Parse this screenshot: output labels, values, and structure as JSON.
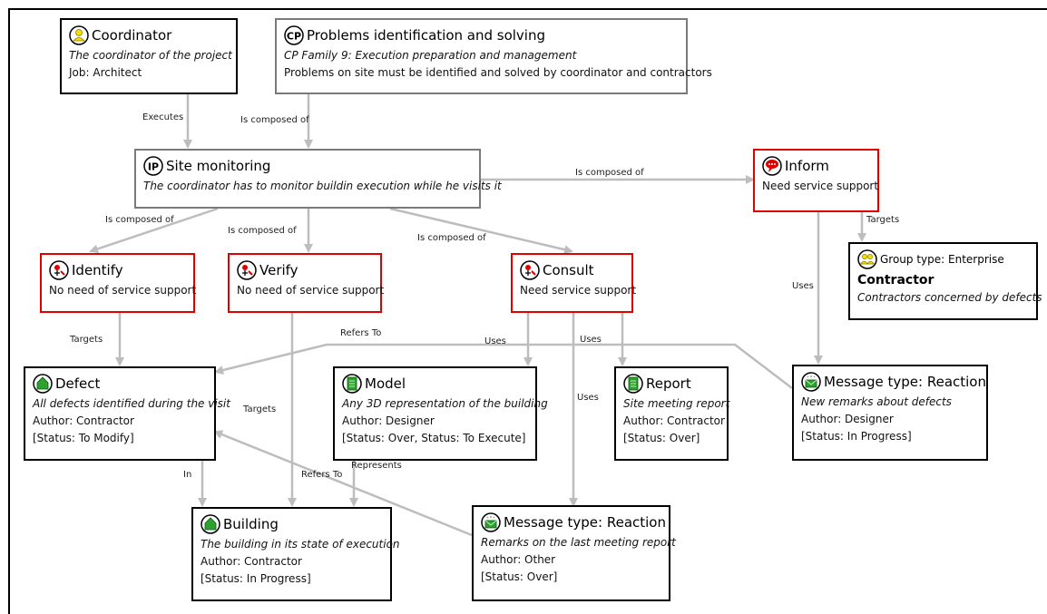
{
  "colors": {
    "edge": "#bdbdbd",
    "highlight_border": "#e00000",
    "grey_border": "#7a7a7a"
  },
  "nodes": {
    "coordinator": {
      "icon": "person-icon",
      "title": "Coordinator",
      "desc": "The coordinator of the project",
      "line1": "Job: Architect"
    },
    "problems": {
      "icon": "cp-icon",
      "title": "Problems identification and solving",
      "desc": "CP Family 9: Execution preparation and management",
      "line1": "Problems on site must be identified and solved by coordinator and contractors"
    },
    "site_monitoring": {
      "icon": "ip-icon",
      "title": "Site monitoring",
      "desc": "The coordinator has to monitor buildin execution while he visits it"
    },
    "inform": {
      "icon": "speech-bubble-icon",
      "title": "Inform",
      "line1": "Need service support"
    },
    "identify": {
      "icon": "action-icon",
      "title": "Identify",
      "line1": "No need of service support"
    },
    "verify": {
      "icon": "action-icon",
      "title": "Verify",
      "line1": "No need of service support"
    },
    "consult": {
      "icon": "action-icon",
      "title": "Consult",
      "line1": "Need service support"
    },
    "contractor": {
      "icon": "group-icon",
      "group_label": "Group type: Enterprise",
      "name": "Contractor",
      "desc": "Contractors concerned by defects"
    },
    "defect": {
      "icon": "house-icon",
      "title": "Defect",
      "desc": "All defects identified during the visit",
      "line1": "Author: Contractor",
      "line2": "[Status: To Modify]"
    },
    "model": {
      "icon": "document-icon",
      "title": "Model",
      "desc": "Any 3D representation of the building",
      "line1": "Author: Designer",
      "line2": "[Status: Over, Status: To Execute]"
    },
    "report": {
      "icon": "document-icon",
      "title": "Report",
      "desc": "Site meeting report",
      "line1": "Author: Contractor",
      "line2": "[Status: Over]"
    },
    "message_right": {
      "icon": "envelope-icon",
      "title": "Message type: Reaction",
      "desc": "New remarks about defects",
      "line1": "Author: Designer",
      "line2": "[Status: In Progress]"
    },
    "building": {
      "icon": "house-icon",
      "title": "Building",
      "desc": "The building in its state of execution",
      "line1": "Author: Contractor",
      "line2": "[Status: In Progress]"
    },
    "message_bottom": {
      "icon": "envelope-icon",
      "title": "Message type: Reaction",
      "desc": "Remarks on the last meeting report",
      "line1": "Author: Other",
      "line2": "[Status: Over]"
    }
  },
  "edge_labels": {
    "executes": "Executes",
    "composed_problems": "Is composed of",
    "composed_inform": "Is composed of",
    "composed_identify": "Is composed of",
    "composed_verify": "Is composed of",
    "composed_consult": "Is composed of",
    "inform_targets": "Targets",
    "inform_uses": "Uses",
    "identify_targets": "Targets",
    "refers_to_top": "Refers To",
    "verify_targets": "Targets",
    "consult_uses_model": "Uses",
    "consult_uses_report": "Uses",
    "consult_uses_message": "Uses",
    "defect_in": "In",
    "represents": "Represents",
    "refers_to_bottom": "Refers To"
  }
}
